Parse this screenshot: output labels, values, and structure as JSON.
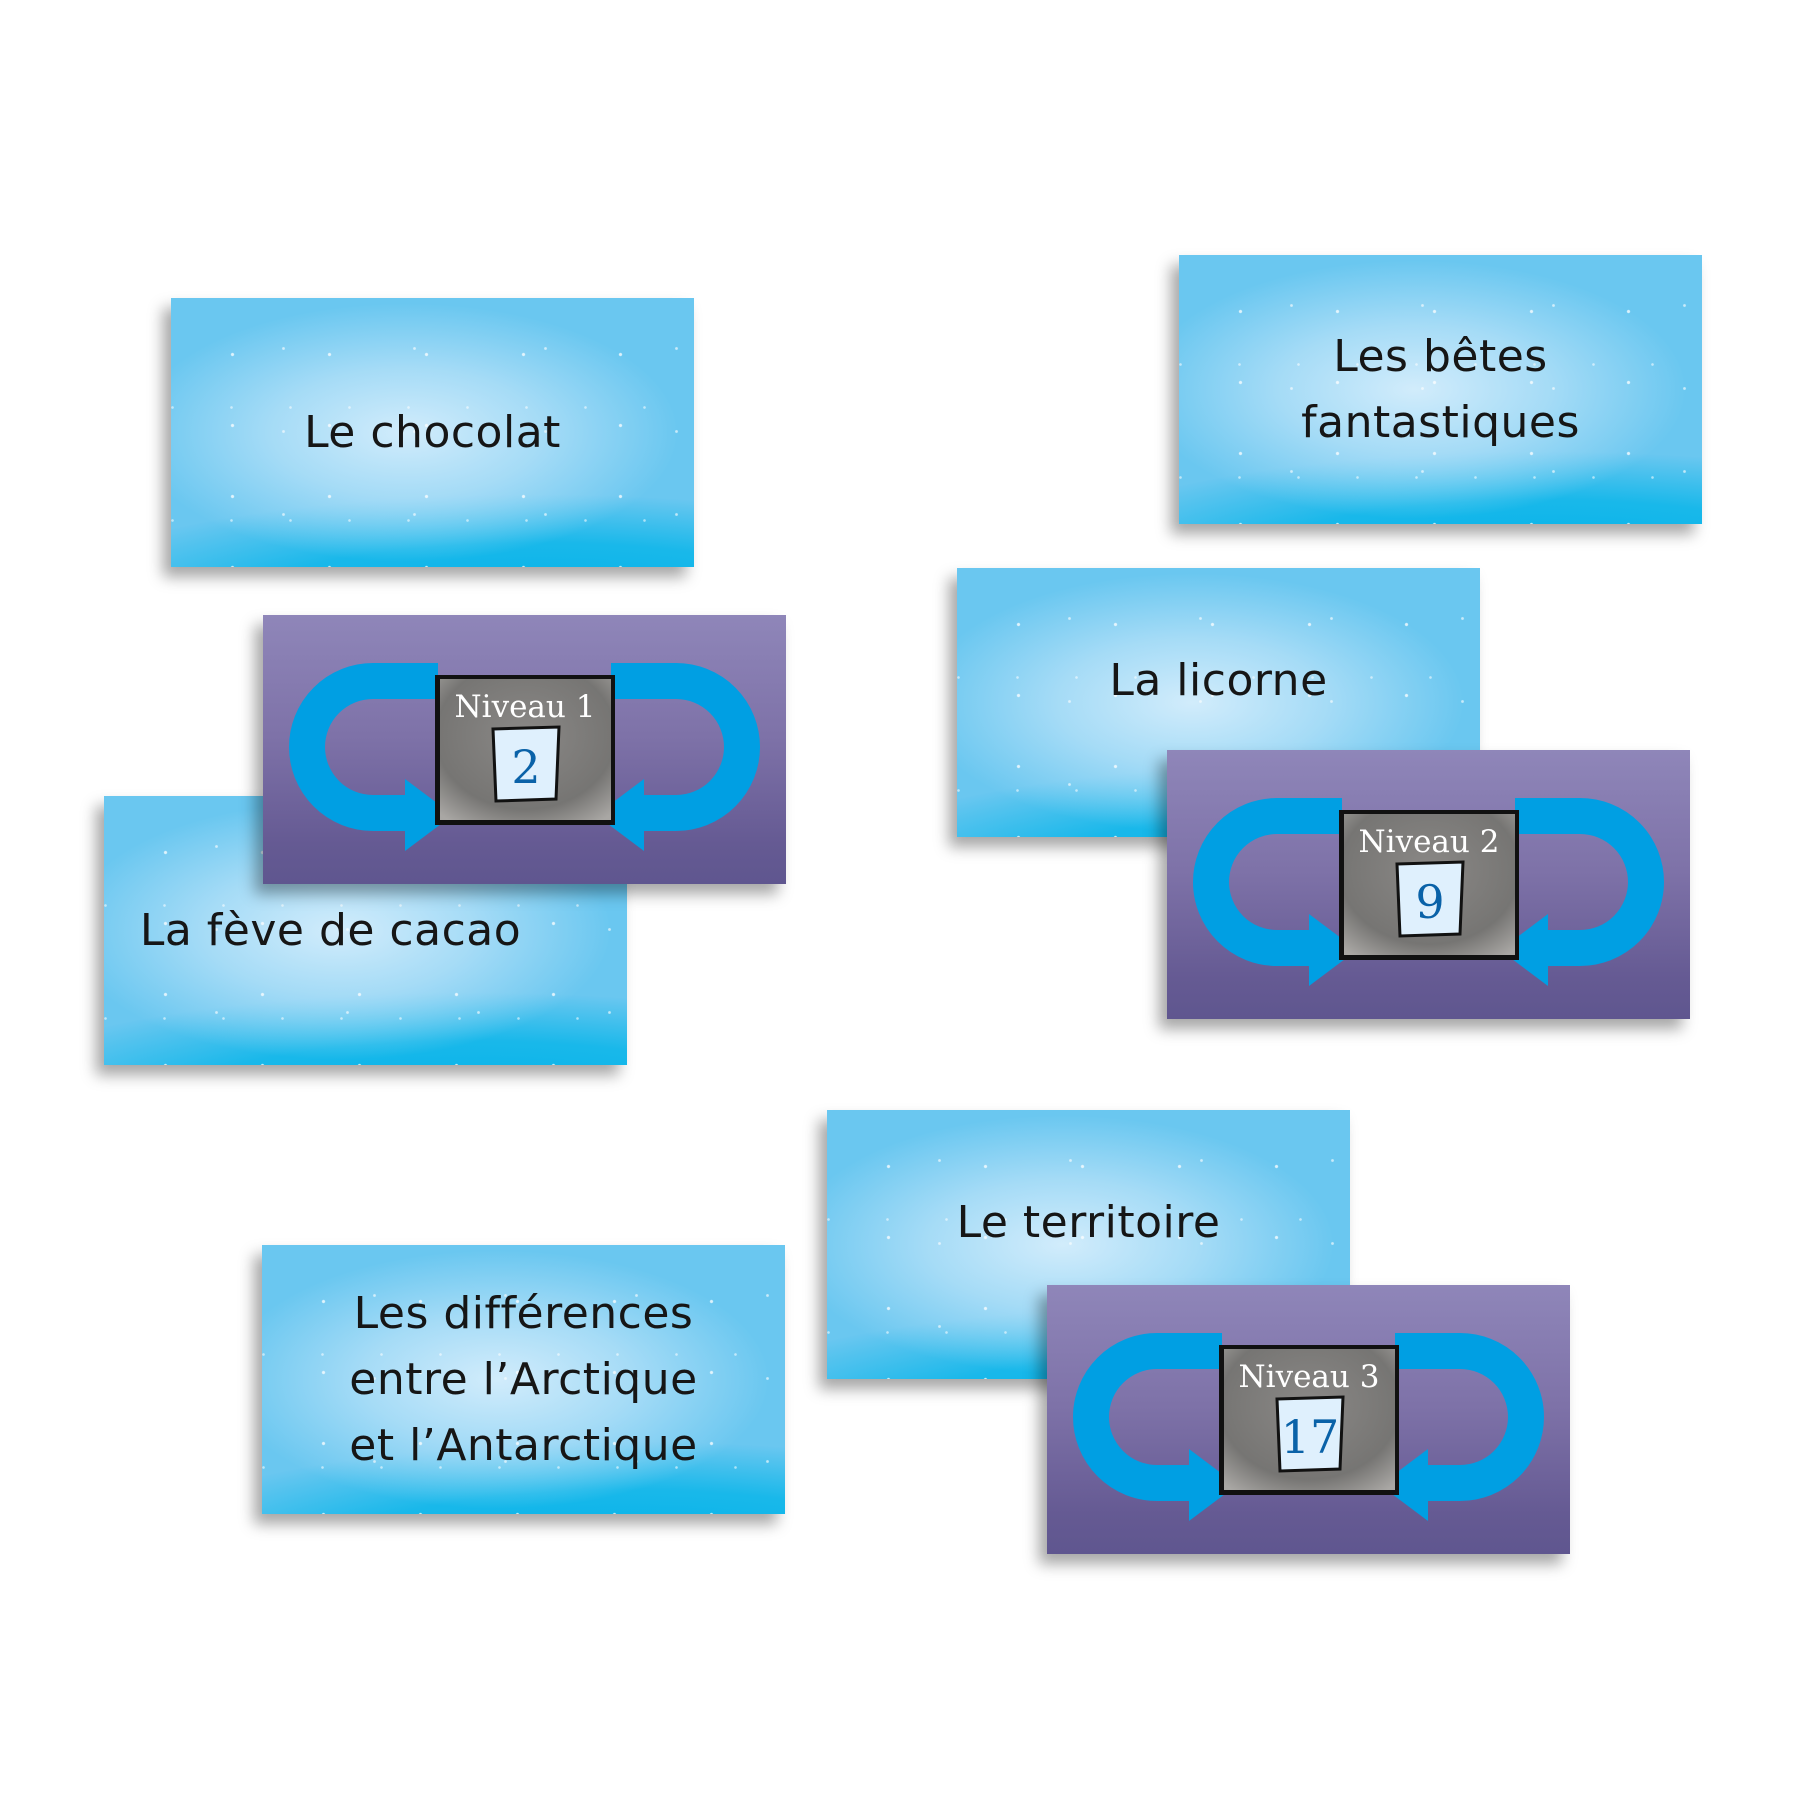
{
  "topic_cards": [
    {
      "id": "chocolat",
      "label": "Le chocolat"
    },
    {
      "id": "feve",
      "label": "La fève de cacao"
    },
    {
      "id": "betes",
      "label": "Les bêtes\nfantastiques"
    },
    {
      "id": "licorne",
      "label": "La licorne"
    },
    {
      "id": "territoire",
      "label": "Le territoire"
    },
    {
      "id": "differences",
      "label": "Les différences\nentre l’Arctique\net l’Antarctique"
    }
  ],
  "level_cards": [
    {
      "id": "niveau-1",
      "title": "Niveau 1",
      "number": "2"
    },
    {
      "id": "niveau-2",
      "title": "Niveau 2",
      "number": "9"
    },
    {
      "id": "niveau-3",
      "title": "Niveau 3",
      "number": "17"
    }
  ],
  "colors": {
    "card_blue_light": "#cde9f9",
    "card_blue_edge": "#6ac7f0",
    "card_blue_bottom": "#00b2e8",
    "level_purple_top": "#8f86b9",
    "level_purple_bottom": "#5f568f",
    "arrow_blue": "#009fe3",
    "badge_gray": "#7a7a7a",
    "number_blue": "#0a62a8"
  }
}
